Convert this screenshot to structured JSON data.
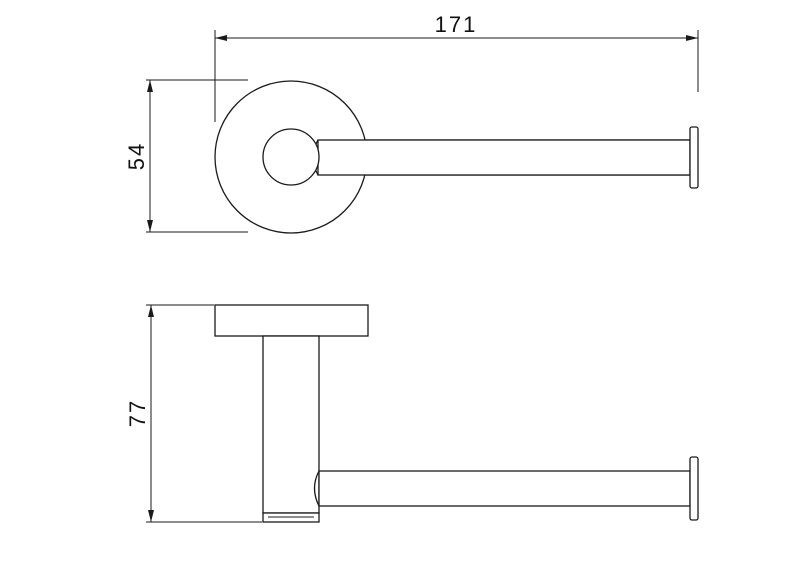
{
  "dimensions": {
    "total_length": "171",
    "rosette_diameter": "54",
    "total_depth": "77"
  },
  "colors": {
    "line": "#1a1a1a",
    "background": "#ffffff"
  }
}
